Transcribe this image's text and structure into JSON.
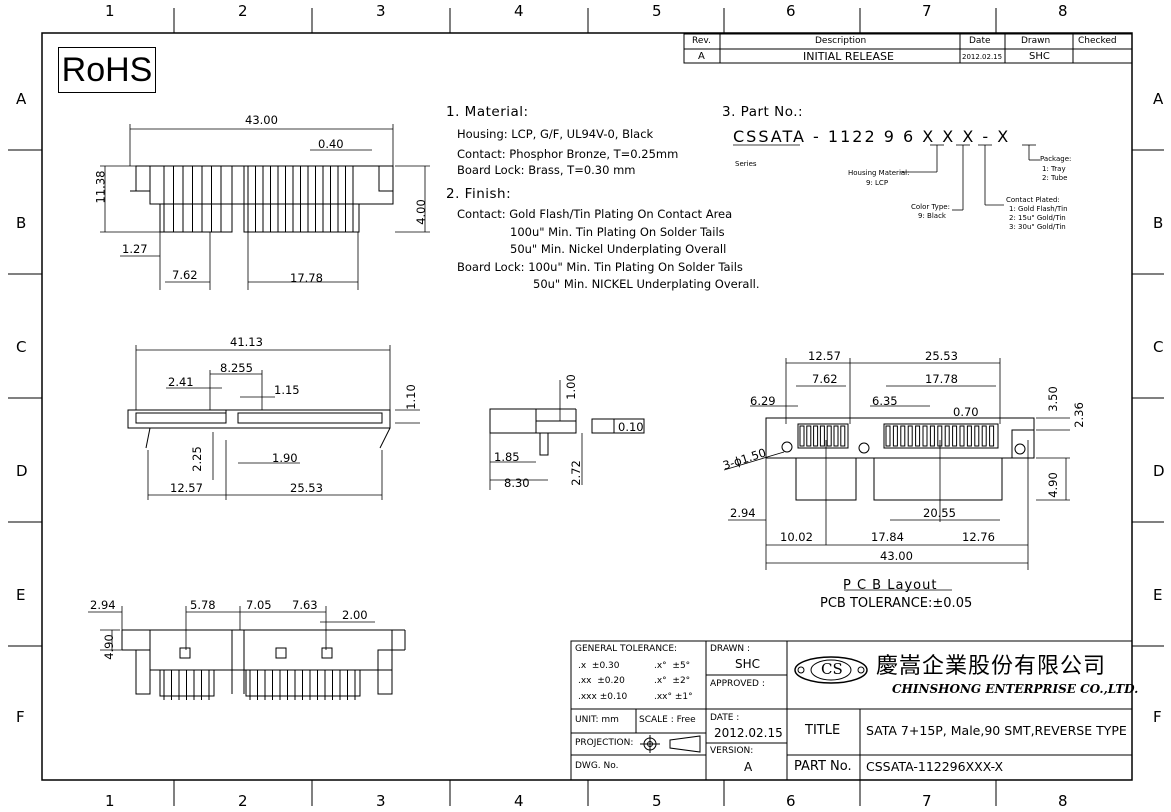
{
  "grid": {
    "columns": [
      "1",
      "2",
      "3",
      "4",
      "5",
      "6",
      "7",
      "8"
    ],
    "rows": [
      "A",
      "B",
      "C",
      "D",
      "E",
      "F"
    ]
  },
  "rohs": "RoHS",
  "revision_table": {
    "headers": [
      "Rev.",
      "Description",
      "Date",
      "Drawn",
      "Checked"
    ],
    "row": [
      "A",
      "INITIAL RELEASE",
      "2012.02.15",
      "SHC",
      ""
    ]
  },
  "notes": {
    "material_title": "1. Material:",
    "material_lines": [
      "Housing: LCP, G/F, UL94V-0, Black",
      "Contact: Phosphor Bronze, T=0.25mm",
      "Board Lock: Brass, T=0.30 mm"
    ],
    "finish_title": "2. Finish:",
    "finish_lines": [
      "Contact: Gold Flash/Tin Plating On Contact Area",
      "100u\" Min. Tin Plating On Solder Tails",
      "50u\" Min. Nickel Underplating Overall",
      "Board Lock: 100u\" Min. Tin Plating On Solder Tails",
      "50u\" Min. NICKEL Underplating Overall."
    ],
    "part_title": "3. Part No.:",
    "part_code": "CSSATA - 1122 9 6 X X X - X",
    "series": "Series",
    "housing_material": [
      "Housing Material:",
      "9: LCP"
    ],
    "color_type": [
      "Color Type:",
      "9: Black"
    ],
    "contact_plated": [
      "Contact Plated:",
      "1: Gold Flash/Tin",
      "2: 15u\" Gold/Tin",
      "3: 30u\" Gold/Tin"
    ],
    "package": [
      "Package:",
      "1: Tray",
      "2: Tube"
    ]
  },
  "dims": {
    "top_view": [
      "43.00",
      "0.40",
      "11.38",
      "4.00",
      "1.27",
      "7.62",
      "17.78"
    ],
    "front_view": [
      "41.13",
      "8.255",
      "2.41",
      "1.15",
      "1.10",
      "2.25",
      "1.90",
      "12.57",
      "25.53"
    ],
    "side_view": [
      "1.00",
      "0.10",
      "1.85",
      "8.30",
      "2.72"
    ],
    "pcb": [
      "12.57",
      "25.53",
      "7.62",
      "17.78",
      "6.29",
      "6.35",
      "0.70",
      "3.50",
      "2.36",
      "3-ϕ1.50",
      "4.90",
      "2.94",
      "20.55",
      "10.02",
      "17.84",
      "12.76",
      "43.00"
    ],
    "bottom_view": [
      "2.94",
      "5.78",
      "7.05",
      "7.63",
      "2.00",
      "4.90"
    ]
  },
  "pcb_caption": [
    "P C B Layout",
    "PCB TOLERANCE:±0.05"
  ],
  "title_block": {
    "general_tolerance": "GENERAL TOLERANCE:",
    "tol_left": [
      ".x  ±0.30",
      ".xx  ±0.20",
      ".xxx ±0.10"
    ],
    "tol_right": [
      ".x°  ±5°",
      ".x°  ±2°",
      ".xx° ±1°"
    ],
    "drawn_label": "DRAWN :",
    "drawn_value": "SHC",
    "approved_label": "APPROVED :",
    "logo": "CS",
    "company_cn": "慶嵩企業股份有限公司",
    "company_en": "CHINSHONG ENTERPRISE CO.,LTD.",
    "unit": "UNIT: mm",
    "scale": "SCALE : Free",
    "projection": "PROJECTION:",
    "date_label": "DATE :",
    "date_value": "2012.02.15",
    "title_label": "TITLE",
    "title_value": "SATA 7+15P, Male,90 SMT,REVERSE TYPE",
    "version_label": "VERSION:",
    "version_value": "A",
    "dwg_label": "DWG. No.",
    "part_label": "PART No.",
    "part_value": "CSSATA-112296XXX-X"
  }
}
